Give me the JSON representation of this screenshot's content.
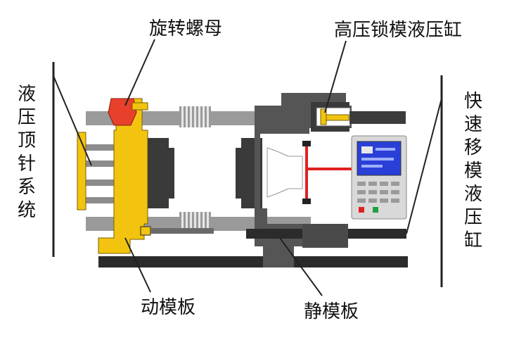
{
  "labels": {
    "rotating_nut": "旋转螺母",
    "high_pressure_cylinder": "高压锁模液压缸",
    "hydraulic_ejector": "液压顶针系统",
    "fast_move_cylinder": "快速移模液压缸",
    "moving_platen": "动模板",
    "fixed_platen": "静模板"
  },
  "colors": {
    "moving_parts": "#f2c40f",
    "moving_outline": "#7a6000",
    "tie_bar": "#9a9a9a",
    "frame": "#3c3c3c",
    "fixed_platen": "#555555",
    "nut_accent": "#e8402a",
    "controller_screen": "#2a3fd8",
    "link_red": "#e02020"
  },
  "icons": [
    "controller-panel-icon"
  ]
}
